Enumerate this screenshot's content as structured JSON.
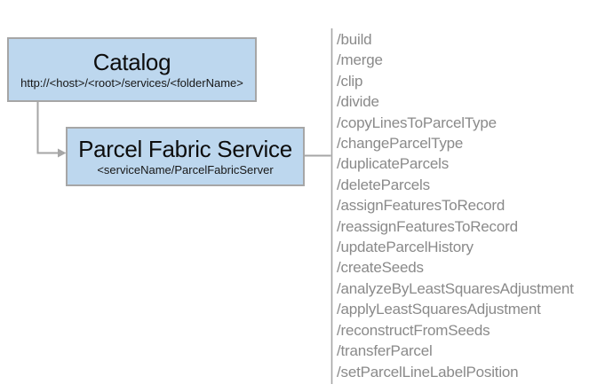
{
  "diagram": {
    "catalog_box": {
      "title": "Catalog",
      "subtitle": "http://<host>/<root>/services/<folderName>"
    },
    "service_box": {
      "title": "Parcel Fabric Service",
      "subtitle": "<serviceName/ParcelFabricServer"
    },
    "endpoints": {
      "items": [
        "/build",
        "/merge",
        "/clip",
        "/divide",
        "/copyLinesToParcelType",
        "/changeParcelType",
        "/duplicateParcels",
        "/deleteParcels",
        "/assignFeaturesToRecord",
        "/reassignFeaturesToRecord",
        "/updateParcelHistory",
        "/createSeeds",
        "/analyzeByLeastSquaresAdjustment",
        "/applyLeastSquaresAdjustment",
        "/reconstructFromSeeds",
        "/transferParcel",
        "/setParcelLineLabelPosition"
      ]
    },
    "colors": {
      "box_fill": "#BDD7EE",
      "box_border": "#A6A6A6",
      "connector": "#A6A6A6",
      "title_text": "#0D0D0D",
      "subtitle_text": "#171717",
      "endpoint_text": "#8A8A8A",
      "background": "#FFFFFF"
    }
  }
}
